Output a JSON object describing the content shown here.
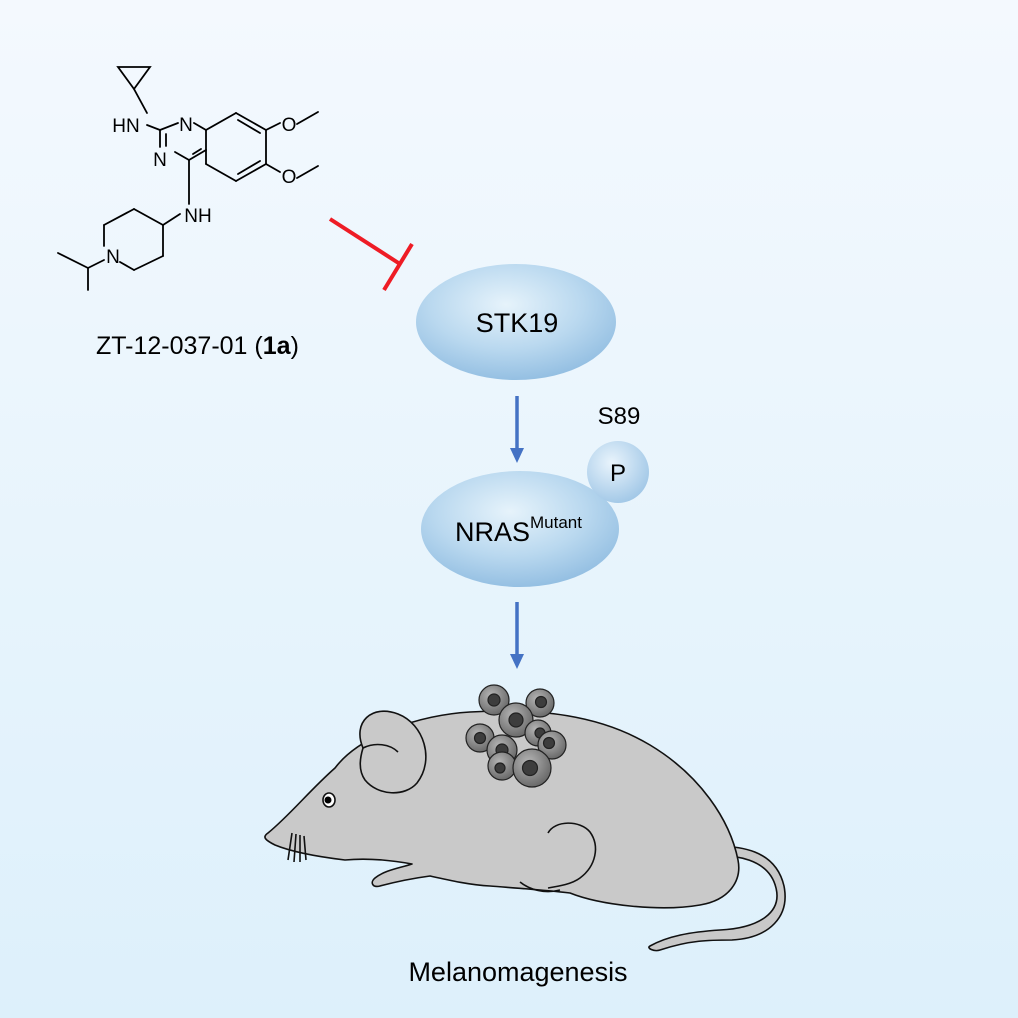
{
  "compound": {
    "atoms": {
      "hn_top": "HN",
      "n_ring_top": "N",
      "n_ring_left": "N",
      "nh": "NH",
      "n_piperidine": "N",
      "o_top": "O",
      "o_bottom": "O"
    },
    "name_prefix": "ZT-12-037-01 (",
    "name_bold": "1a",
    "name_suffix": ")"
  },
  "inhibition_color": "#ee1c25",
  "arrow_color": "#4472c4",
  "nodes": {
    "stk19": "STK19",
    "nras_main": "NRAS",
    "nras_sup": "Mutant",
    "phospho": "P",
    "site": "S89"
  },
  "outcome": "Melanomagenesis",
  "icons": [
    "inhibition-arrow",
    "pathway-arrow",
    "mouse-illustration",
    "tumor-cells"
  ]
}
